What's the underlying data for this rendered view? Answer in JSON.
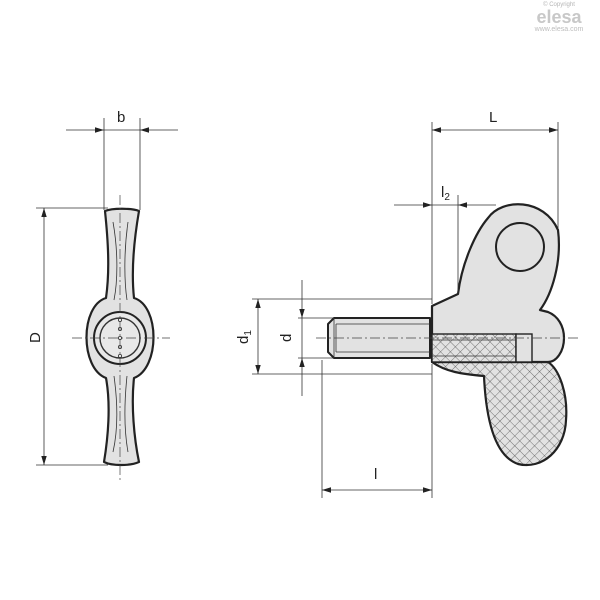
{
  "brand": {
    "copyright": "© Copyright",
    "logo": "elesa",
    "website": "www.elesa.com"
  },
  "dimensions": {
    "b": "b",
    "D": "D",
    "L": "L",
    "l2": "l",
    "l2_sub": "2",
    "d1": "d",
    "d1_sub": "1",
    "d": "d",
    "l": "l"
  },
  "colors": {
    "part_fill": "#e2e2e2",
    "line": "#222222",
    "logo": "#c8c8c8"
  }
}
